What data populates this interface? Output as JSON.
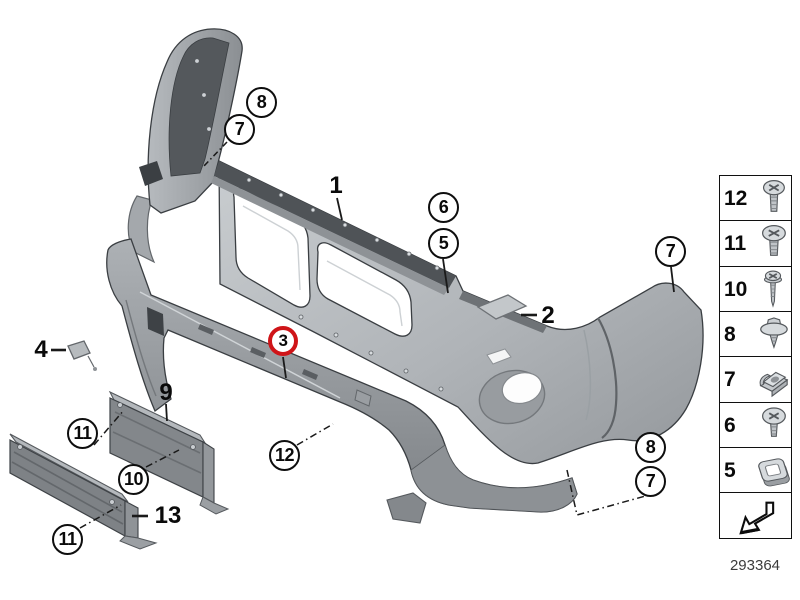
{
  "drawing_number": "293364",
  "colors": {
    "highlight_red": "#cf1418",
    "part_light": "#c9cdd0",
    "part_mid": "#9aa0a4",
    "part_dark": "#53575b",
    "outline": "#2e3235"
  },
  "callouts": [
    {
      "id": "8-top-left",
      "label": "8",
      "style": "circle"
    },
    {
      "id": "7-top-left",
      "label": "7",
      "style": "circle"
    },
    {
      "id": "1",
      "label": "1",
      "style": "text"
    },
    {
      "id": "6",
      "label": "6",
      "style": "circle"
    },
    {
      "id": "5",
      "label": "5",
      "style": "circle"
    },
    {
      "id": "7-top-right",
      "label": "7",
      "style": "circle"
    },
    {
      "id": "2",
      "label": "2",
      "style": "text"
    },
    {
      "id": "3",
      "label": "3",
      "style": "circle-red"
    },
    {
      "id": "4",
      "label": "4",
      "style": "text"
    },
    {
      "id": "9",
      "label": "9",
      "style": "text"
    },
    {
      "id": "11-upper",
      "label": "11",
      "style": "circle"
    },
    {
      "id": "10",
      "label": "10",
      "style": "circle"
    },
    {
      "id": "12",
      "label": "12",
      "style": "circle"
    },
    {
      "id": "8-bottom-right",
      "label": "8",
      "style": "circle"
    },
    {
      "id": "7-bottom-right",
      "label": "7",
      "style": "circle"
    },
    {
      "id": "13",
      "label": "13",
      "style": "text"
    },
    {
      "id": "11-lower",
      "label": "11",
      "style": "circle"
    }
  ],
  "legend": {
    "items": [
      {
        "label": "12",
        "icon": "pan-head-screw"
      },
      {
        "label": "11",
        "icon": "pan-head-screw"
      },
      {
        "label": "10",
        "icon": "long-screw"
      },
      {
        "label": "8",
        "icon": "expansion-rivet"
      },
      {
        "label": "7",
        "icon": "cage-clip"
      },
      {
        "label": "6",
        "icon": "round-head-screw"
      },
      {
        "label": "5",
        "icon": "square-cage-nut"
      },
      {
        "label": "",
        "icon": "direction-arrow"
      }
    ]
  }
}
